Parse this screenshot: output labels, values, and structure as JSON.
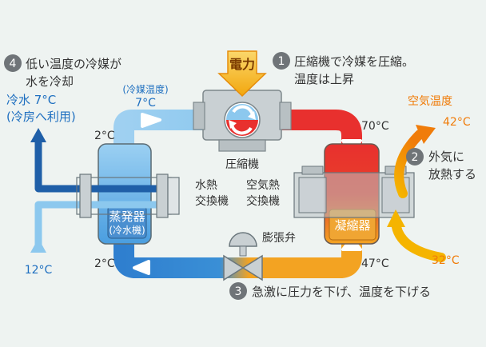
{
  "power": "電力",
  "steps": [
    {
      "num": "1",
      "line1": "圧縮機で冷媒を圧縮。",
      "line2": "温度は上昇"
    },
    {
      "num": "2",
      "line1": "外気に",
      "line2": "放熱する"
    },
    {
      "num": "3",
      "line1": "急激に圧力を下げ、温度を下げる"
    },
    {
      "num": "4",
      "line1": "低い温度の冷媒が",
      "line2": "水を冷却"
    }
  ],
  "labels": {
    "compressor": "圧縮機",
    "expansion_valve": "膨張弁",
    "evaporator_line1": "蒸発器",
    "evaporator_line2": "(冷水機)",
    "condenser": "凝縮器",
    "water_hx_line1": "水熱",
    "water_hx_line2": "交換機",
    "air_hx_line1": "空気熱",
    "air_hx_line2": "交換機",
    "refrigerant_temp_label": "(冷媒温度)",
    "refrigerant_temp_value": "7°C",
    "cold_water_line1": "冷水 7°C",
    "cold_water_line2": "(冷房へ利用)",
    "air_temp_label": "空気温度",
    "air_temp_value": "42°C"
  },
  "temps": {
    "evap_top": "2°C",
    "evap_bottom": "2°C",
    "cond_top": "70°C",
    "cond_bottom": "47°C",
    "water_in": "12°C",
    "air_in": "32°C"
  },
  "colors": {
    "hot_red": "#e8302e",
    "warm_orange": "#f3a322",
    "cool_blue": "#3a8fd6",
    "light_blue": "#8cc8ee",
    "dark_blue": "#1f5fa8",
    "accent_text_blue": "#1e6fc0",
    "accent_text_orange": "#f07c0a"
  }
}
